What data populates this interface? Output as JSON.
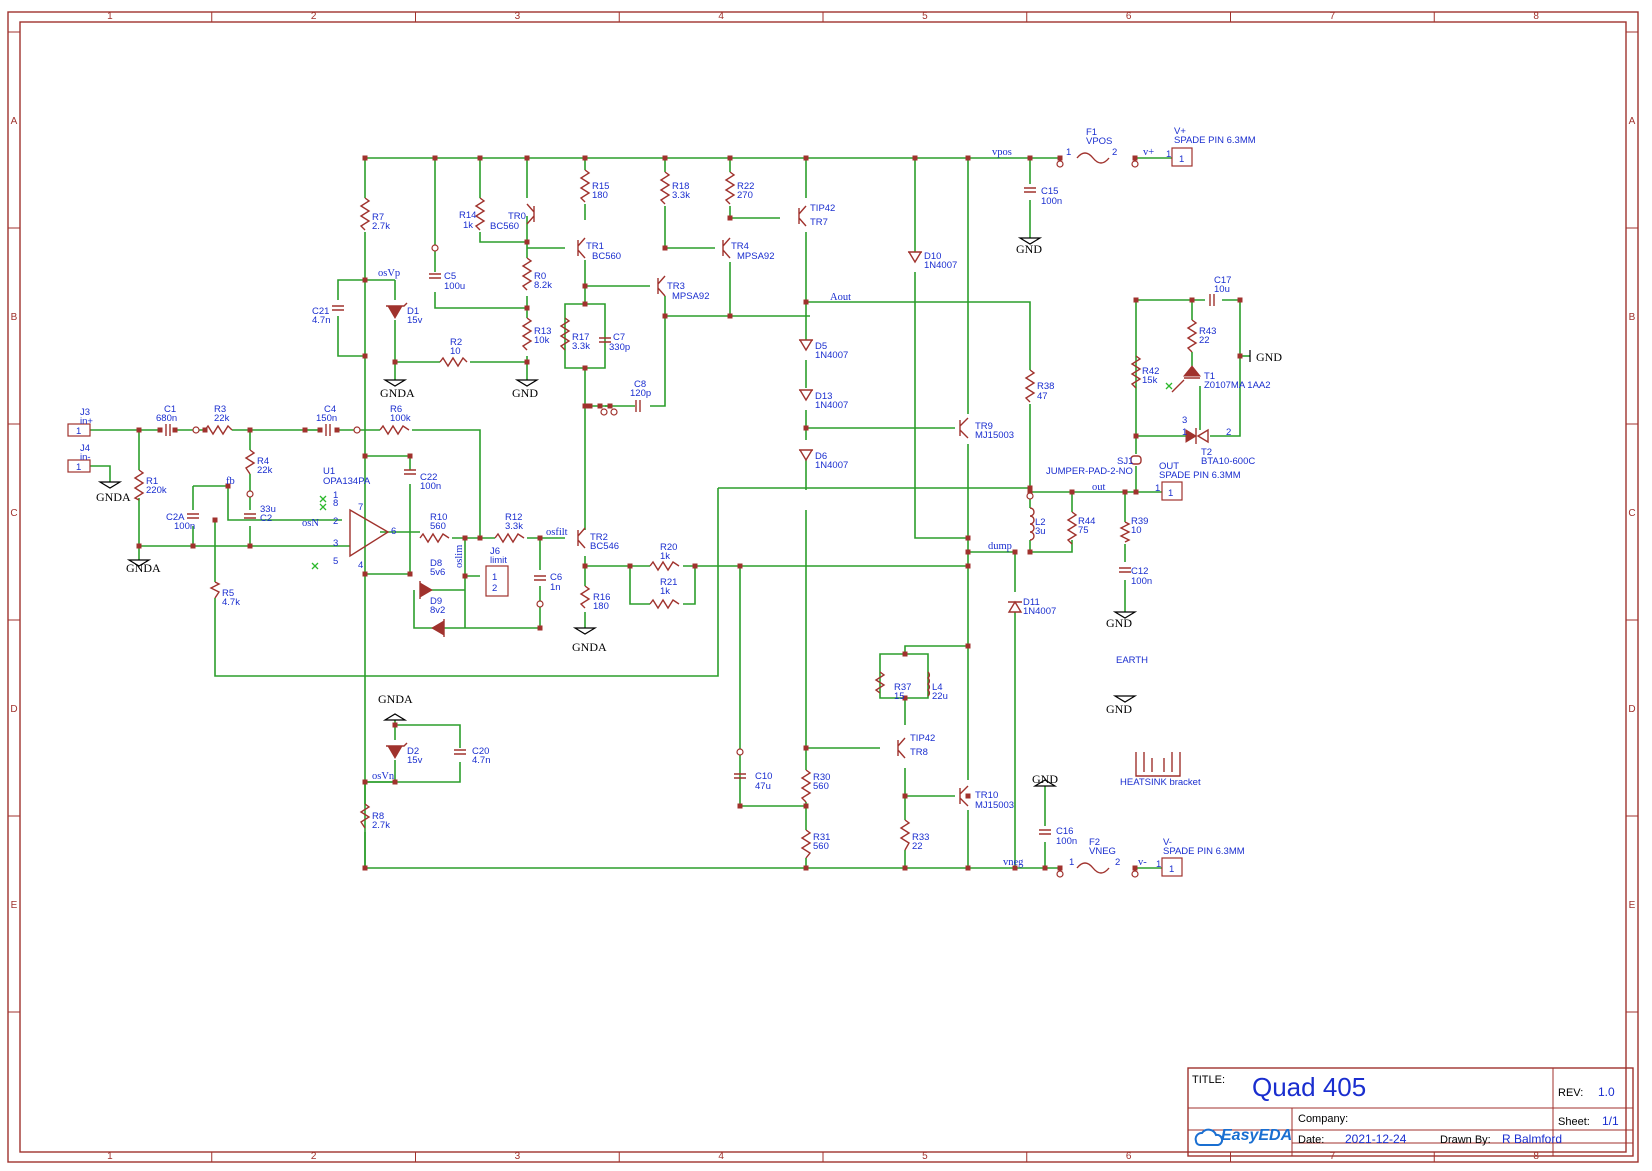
{
  "sheet": {
    "columns": [
      "1",
      "2",
      "3",
      "4",
      "5",
      "6",
      "7",
      "8"
    ],
    "rows": [
      "A",
      "B",
      "C",
      "D",
      "E"
    ]
  },
  "title_block": {
    "title_key": "TITLE:",
    "title": "Quad 405",
    "rev_key": "REV:",
    "rev": "1.0",
    "company_key": "Company:",
    "company": "",
    "sheet_key": "Sheet:",
    "sheet": "1/1",
    "date_key": "Date:",
    "date": "2021-12-24",
    "drawn_key": "Drawn By:",
    "drawn_by": "R Balmford",
    "logo": "EasyEDA"
  },
  "components": {
    "J3": {
      "ref": "J3",
      "val": "in+",
      "pin": "1"
    },
    "J4": {
      "ref": "J4",
      "val": "in-",
      "pin": "1"
    },
    "C1": {
      "ref": "C1",
      "val": "680n"
    },
    "R3": {
      "ref": "R3",
      "val": "22k"
    },
    "C4": {
      "ref": "C4",
      "val": "150n"
    },
    "R6": {
      "ref": "R6",
      "val": "100k"
    },
    "R1": {
      "ref": "R1",
      "val": "220k"
    },
    "R4": {
      "ref": "R4",
      "val": "22k"
    },
    "C2": {
      "ref": "C2",
      "val": "33u"
    },
    "C2A": {
      "ref": "C2A",
      "val": "100n"
    },
    "R5": {
      "ref": "R5",
      "val": "4.7k"
    },
    "U1": {
      "ref": "U1",
      "val": "OPA134PA",
      "pins": [
        "1",
        "8",
        "2",
        "3",
        "5",
        "7",
        "6",
        "4"
      ]
    },
    "C22": {
      "ref": "C22",
      "val": "100n"
    },
    "R10": {
      "ref": "R10",
      "val": "560"
    },
    "R12": {
      "ref": "R12",
      "val": "3.3k"
    },
    "D8": {
      "ref": "D8",
      "val": "5v6"
    },
    "D9": {
      "ref": "D9",
      "val": "8v2"
    },
    "J6": {
      "ref": "J6",
      "val": "limit",
      "pins": [
        "1",
        "2"
      ]
    },
    "C6": {
      "ref": "C6",
      "val": "1n"
    },
    "TR2": {
      "ref": "TR2",
      "val": "BC546"
    },
    "R16": {
      "ref": "R16",
      "val": "180"
    },
    "R20": {
      "ref": "R20",
      "val": "1k"
    },
    "R21": {
      "ref": "R21",
      "val": "1k"
    },
    "R7": {
      "ref": "R7",
      "val": "2.7k"
    },
    "C21": {
      "ref": "C21",
      "val": "4.7n"
    },
    "D1": {
      "ref": "D1",
      "val": "15v"
    },
    "R2": {
      "ref": "R2",
      "val": "10"
    },
    "C5": {
      "ref": "C5",
      "val": "100u"
    },
    "R14": {
      "ref": "R14",
      "val": "1k"
    },
    "TR0": {
      "ref": "TR0",
      "val": "BC560"
    },
    "R15": {
      "ref": "R15",
      "val": "180"
    },
    "TR1": {
      "ref": "TR1",
      "val": "BC560"
    },
    "R0": {
      "ref": "R0",
      "val": "8.2k"
    },
    "R13": {
      "ref": "R13",
      "val": "10k"
    },
    "R17": {
      "ref": "R17",
      "val": "3.3k"
    },
    "C7": {
      "ref": "C7",
      "val": "330p"
    },
    "C8": {
      "ref": "C8",
      "val": "120p"
    },
    "R18": {
      "ref": "R18",
      "val": "3.3k"
    },
    "TR3": {
      "ref": "TR3",
      "val": "MPSA92"
    },
    "R22": {
      "ref": "R22",
      "val": "270"
    },
    "TR4": {
      "ref": "TR4",
      "val": "MPSA92"
    },
    "TR7": {
      "ref": "TR7",
      "val": "TIP42"
    },
    "D5": {
      "ref": "D5",
      "val": "1N4007"
    },
    "D13": {
      "ref": "D13",
      "val": "1N4007"
    },
    "D6": {
      "ref": "D6",
      "val": "1N4007"
    },
    "D10": {
      "ref": "D10",
      "val": "1N4007"
    },
    "TR9": {
      "ref": "TR9",
      "val": "MJ15003"
    },
    "R38": {
      "ref": "R38",
      "val": "47"
    },
    "L2": {
      "ref": "L2",
      "val": "3u"
    },
    "R44": {
      "ref": "R44",
      "val": "75"
    },
    "D11": {
      "ref": "D11",
      "val": "1N4007"
    },
    "R37": {
      "ref": "R37",
      "val": "15"
    },
    "L4": {
      "ref": "L4",
      "val": "22u"
    },
    "TR8": {
      "ref": "TR8",
      "val": "TIP42"
    },
    "TR10": {
      "ref": "TR10",
      "val": "MJ15003"
    },
    "R30": {
      "ref": "R30",
      "val": "560"
    },
    "R31": {
      "ref": "R31",
      "val": "560"
    },
    "R33": {
      "ref": "R33",
      "val": "22"
    },
    "C10": {
      "ref": "C10",
      "val": "47u"
    },
    "D2": {
      "ref": "D2",
      "val": "15v"
    },
    "C20": {
      "ref": "C20",
      "val": "4.7n"
    },
    "R8": {
      "ref": "R8",
      "val": "2.7k"
    },
    "F1": {
      "ref": "F1",
      "val": "VPOS",
      "pins": [
        "1",
        "2"
      ]
    },
    "F2": {
      "ref": "F2",
      "val": "VNEG",
      "pins": [
        "1",
        "2"
      ]
    },
    "C15": {
      "ref": "C15",
      "val": "100n"
    },
    "C16": {
      "ref": "C16",
      "val": "100n"
    },
    "VP": {
      "ref": "V+",
      "val": "SPADE PIN 6.3MM",
      "pin": "1"
    },
    "VN": {
      "ref": "V-",
      "val": "SPADE PIN 6.3MM",
      "pin": "1"
    },
    "OUT": {
      "ref": "OUT",
      "val": "SPADE PIN 6.3MM",
      "pin": "1"
    },
    "C17": {
      "ref": "C17",
      "val": "10u"
    },
    "R43": {
      "ref": "R43",
      "val": "22"
    },
    "R42": {
      "ref": "R42",
      "val": "15k"
    },
    "T1": {
      "ref": "T1",
      "val": "Z0107MA 1AA2"
    },
    "T2": {
      "ref": "T2",
      "val": "BTA10-600C",
      "pins": [
        "3",
        "1",
        "2"
      ]
    },
    "SJ1": {
      "ref": "SJ1",
      "val": "JUMPER-PAD-2-NO"
    },
    "R39": {
      "ref": "R39",
      "val": "10"
    },
    "C12": {
      "ref": "C12",
      "val": "100n"
    },
    "EARTH": {
      "ref": "EARTH"
    },
    "HEATSINK": {
      "ref": "HEATSINK bracket"
    }
  },
  "nets": {
    "vpos": "vpos",
    "vneg": "vneg",
    "vplus": "v+",
    "vminus": "v-",
    "out": "out",
    "dump": "dump",
    "aout": "Aout",
    "osvp": "osVp",
    "osvn": "osVn",
    "osn": "osN",
    "osfilt": "osfilt",
    "oslim": "oslim",
    "fb": "fb"
  },
  "grounds": {
    "gnda": "GNDA",
    "gnd": "GND"
  }
}
